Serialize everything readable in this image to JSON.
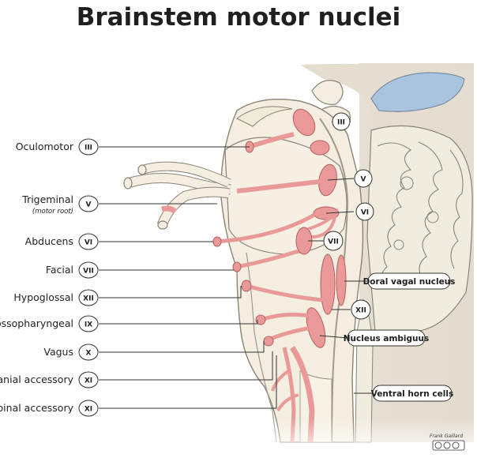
{
  "title": "Brainstem motor nuclei",
  "nerves": [
    {
      "name": "Oculomotor",
      "numeral": "III"
    },
    {
      "name": "Trigeminal",
      "sub": "(motor root)",
      "numeral": "V"
    },
    {
      "name": "Abducens",
      "numeral": "VI"
    },
    {
      "name": "Facial",
      "numeral": "VII"
    },
    {
      "name": "Hypoglossal",
      "numeral": "XII"
    },
    {
      "name": "Glossopharyngeal",
      "numeral": "IX"
    },
    {
      "name": "Vagus",
      "numeral": "X"
    },
    {
      "name": "Cranial accessory",
      "numeral": "XI"
    },
    {
      "name": "Spinal accessory",
      "numeral": "XI"
    }
  ],
  "nuclei": [
    {
      "numeral": "III"
    },
    {
      "numeral": "V"
    },
    {
      "numeral": "VI"
    },
    {
      "numeral": "VII"
    },
    {
      "numeral": "XII"
    }
  ],
  "callouts": {
    "dorsal_vagal": "Doral vagal nucleus",
    "ambiguus": "Nucleus ambiguus",
    "ventral_horn": "Ventral horn cells"
  },
  "credit": "Frank Gaillard",
  "colors": {
    "nucleus": "#e99a98",
    "nucleus_stroke": "#b45f5e",
    "tissue": "#f3eedf",
    "outline": "#8a8476",
    "csf": "#a9c4de"
  }
}
